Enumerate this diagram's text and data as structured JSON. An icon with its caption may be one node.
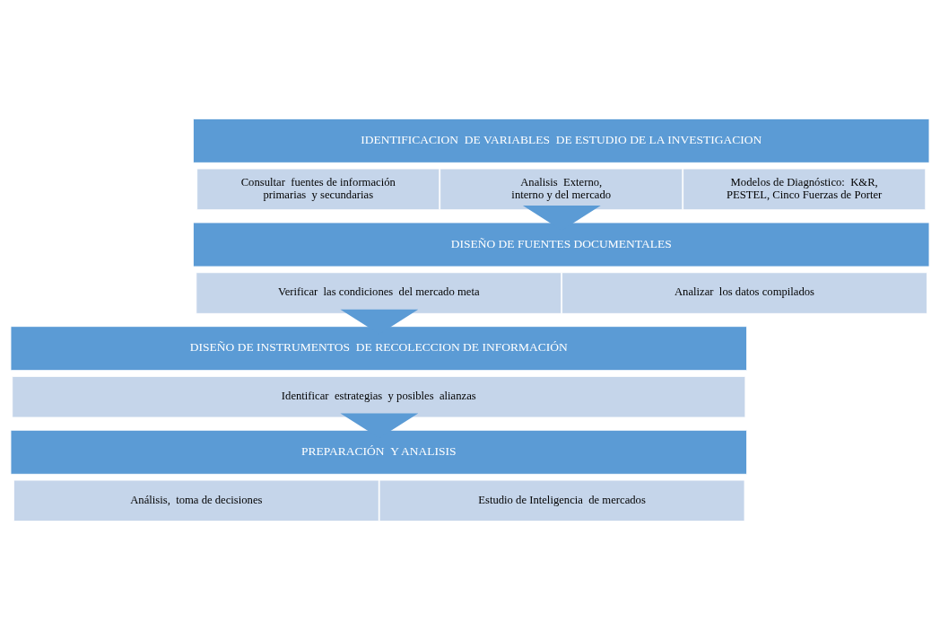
{
  "diagram": {
    "nodes": [
      {
        "text": [
          "IDENTIFICACION  DE VARIABLES  DE ESTUDIO DE LA INVESTIGACION"
        ]
      },
      {
        "text": [
          "Consultar  fuentes de información primarias  y secundarias"
        ]
      },
      {
        "text": [
          "Analisis  Externo, interno y del mercado"
        ]
      },
      {
        "text": [
          "Modelos de Diagnóstico:  K&R, PESTEL, Cinco Fuerzas de Porter"
        ]
      },
      {
        "text": [
          "DISEÑO DE FUENTES DOCUMENTALES"
        ]
      },
      {
        "text": [
          "Verificar  las condiciones  del mercado meta"
        ]
      },
      {
        "text": [
          "Analizar  los datos compilados"
        ]
      },
      {
        "text": [
          "DISEÑO DE INSTRUMENTOS  DE RECOLECCION DE INFORMACIÓN"
        ]
      },
      {
        "text": [
          "Identificar  estrategias  y posibles  alianzas"
        ]
      },
      {
        "text": [
          "PREPARACIÓN  Y ANALISIS"
        ]
      },
      {
        "text": [
          "Análisis,  toma de decisiones"
        ]
      },
      {
        "text": [
          "Estudio de Inteligencia  de mercados"
        ]
      }
    ],
    "edges": [
      {
        "from": 2,
        "to": 4,
        "arrow": "to",
        "style": "thick"
      },
      {
        "from": 5,
        "to": 7,
        "arrow": "to",
        "style": "thick"
      },
      {
        "from": 8,
        "to": 9,
        "arrow": "to",
        "style": "thick"
      }
    ]
  }
}
